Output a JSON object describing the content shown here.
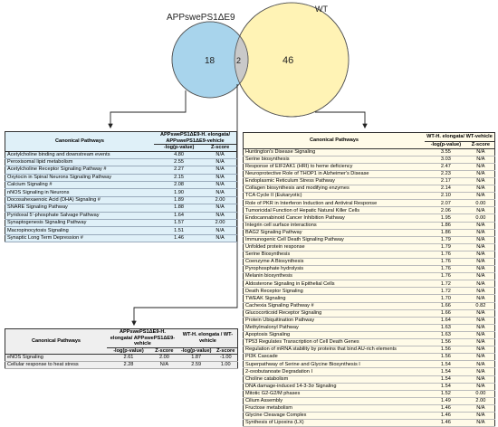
{
  "venn": {
    "left_label": "APPswePS1ΔE9",
    "right_label": "WT",
    "left_only": "18",
    "overlap": "2",
    "right_only": "46",
    "colors": {
      "left_fill": "#a8d4ec",
      "right_fill": "#fff3b5",
      "overlap_fill": "#c9c9c9",
      "stroke": "#555555"
    }
  },
  "table_app": {
    "col_pathways": "Canonical Pathways",
    "col_group": "APPswePS1ΔE9-H. elongata/ APPswePS1ΔE9-vehicle",
    "col_logp": "-log(p-value)",
    "col_z": "Z-score",
    "rows": [
      {
        "name": "Acetylcholine binding and downstream events",
        "p": "4.80",
        "z": "N/A"
      },
      {
        "name": "Peroxisomal lipid metabolism",
        "p": "2.55",
        "z": "N/A"
      },
      {
        "name": "Acetylcholine Receptor Signaling Pathway #",
        "p": "2.27",
        "z": "N/A"
      },
      {
        "name": "Oxytocin in Spinal Neurons Signaling Pathway",
        "p": "2.15",
        "z": "N/A"
      },
      {
        "name": "Calcium Signaling #",
        "p": "2.08",
        "z": "N/A"
      },
      {
        "name": "nNOS Signaling in Neurons",
        "p": "1.90",
        "z": "N/A"
      },
      {
        "name": "Docosahexaenoic Acid (DHA) Signaling #",
        "p": "1.89",
        "z": "2.00"
      },
      {
        "name": "SNARE Signaling Pathway",
        "p": "1.88",
        "z": "N/A"
      },
      {
        "name": "Pyridoxal 5'-phosphate Salvage Pathway",
        "p": "1.64",
        "z": "N/A"
      },
      {
        "name": "Synaptogenesis Signaling Pathway",
        "p": "1.57",
        "z": "2.00"
      },
      {
        "name": "Macropinocytosis Signaling",
        "p": "1.51",
        "z": "N/A"
      },
      {
        "name": "Synaptic Long Term Depression #",
        "p": "1.46",
        "z": "N/A"
      }
    ]
  },
  "table_shared": {
    "col_pathways": "Canonical Pathways",
    "col_group_a": "APPswePS1ΔE9-H. elongata/ APPswePS1ΔE9-vehicle",
    "col_group_b": "WT-H. elongata / WT-vehicle",
    "col_logp": "-log(p-value)",
    "col_z": "Z-score",
    "rows": [
      {
        "name": "eNOS Signaling",
        "p1": "2.61",
        "z1": "2.00",
        "p2": "1.87",
        "z2": "-1.00"
      },
      {
        "name": "Cellular response to heat stress",
        "p1": "2.28",
        "z1": "N/A",
        "p2": "2.59",
        "z2": "1.00"
      }
    ]
  },
  "table_wt": {
    "col_pathways": "Canonical Pathways",
    "col_group": "WT-H. elongata/ WT-vehicle",
    "col_logp": "-log(p-value)",
    "col_z": "Z-score",
    "rows": [
      {
        "name": "Huntington's Disease Signaling",
        "p": "3.55",
        "z": "N/A"
      },
      {
        "name": "Serine biosynthesis",
        "p": "3.03",
        "z": "N/A"
      },
      {
        "name": "Response of EIF2AK1 (HRI) to heme deficiency",
        "p": "2.47",
        "z": "N/A"
      },
      {
        "name": "Neuroprotective Role of THOP1 in Alzheimer's Disease",
        "p": "2.23",
        "z": "N/A"
      },
      {
        "name": "Endoplasmic Reticulum Stress Pathway",
        "p": "2.17",
        "z": "N/A"
      },
      {
        "name": "Collagen biosynthesis and modifying enzymes",
        "p": "2.14",
        "z": "N/A"
      },
      {
        "name": "TCA Cycle II (Eukaryotic)",
        "p": "2.10",
        "z": "N/A"
      },
      {
        "name": "Role of PKR in Interferon Induction and Antiviral Response",
        "p": "2.07",
        "z": "0.00"
      },
      {
        "name": "Tumoricidal Function of Hepatic Natural Killer Cells",
        "p": "2.06",
        "z": "N/A"
      },
      {
        "name": "Endocannabinoid Cancer Inhibition Pathway",
        "p": "1.95",
        "z": "0.00"
      },
      {
        "name": "Integrin cell surface interactions",
        "p": "1.86",
        "z": "N/A"
      },
      {
        "name": "BAG2 Signaling Pathway",
        "p": "1.86",
        "z": "N/A"
      },
      {
        "name": "Immunogenic Cell Death Signaling Pathway",
        "p": "1.79",
        "z": "N/A"
      },
      {
        "name": "Unfolded protein response",
        "p": "1.79",
        "z": "N/A"
      },
      {
        "name": "Serine Biosynthesis",
        "p": "1.76",
        "z": "N/A"
      },
      {
        "name": "Coenzyme A Biosynthesis",
        "p": "1.76",
        "z": "N/A"
      },
      {
        "name": "Pyrophosphate hydrolysis",
        "p": "1.76",
        "z": "N/A"
      },
      {
        "name": "Melanin biosynthesis",
        "p": "1.76",
        "z": "N/A"
      },
      {
        "name": "Aldosterone Signaling in Epithelial Cells",
        "p": "1.72",
        "z": "N/A"
      },
      {
        "name": "Death Receptor Signaling",
        "p": "1.72",
        "z": "N/A"
      },
      {
        "name": "TWEAK Signaling",
        "p": "1.70",
        "z": "N/A"
      },
      {
        "name": "Cachexia Signaling Pathway #",
        "p": "1.66",
        "z": "0.82"
      },
      {
        "name": "Glucocorticoid Receptor Signaling",
        "p": "1.66",
        "z": "N/A"
      },
      {
        "name": "Protein Ubiquitination Pathway",
        "p": "1.64",
        "z": "N/A"
      },
      {
        "name": "Methylmalonyl Pathway",
        "p": "1.63",
        "z": "N/A"
      },
      {
        "name": "Apoptosis Signaling",
        "p": "1.63",
        "z": "N/A"
      },
      {
        "name": "TP53 Regulates Transcription of Cell Death Genes",
        "p": "1.56",
        "z": "N/A"
      },
      {
        "name": "Regulation of mRNA stability by proteins that bind AU-rich elements",
        "p": "1.56",
        "z": "N/A"
      },
      {
        "name": "PI3K Cascade",
        "p": "1.56",
        "z": "N/A"
      },
      {
        "name": "Superpathway of Serine and Glycine Biosynthesis I",
        "p": "1.54",
        "z": "N/A"
      },
      {
        "name": "2-oxobutanoate Degradation I",
        "p": "1.54",
        "z": "N/A"
      },
      {
        "name": "Choline catabolism",
        "p": "1.54",
        "z": "N/A"
      },
      {
        "name": "DNA damage-induced 14-3-3σ Signaling",
        "p": "1.54",
        "z": "N/A"
      },
      {
        "name": "Mitotic G2-G2/M phases",
        "p": "1.52",
        "z": "0.00"
      },
      {
        "name": "Cilium Assembly",
        "p": "1.49",
        "z": "2.00"
      },
      {
        "name": "Fructose metabolism",
        "p": "1.46",
        "z": "N/A"
      },
      {
        "name": "Glycine Cleavage Complex",
        "p": "1.46",
        "z": "N/A"
      },
      {
        "name": "Synthesis of Lipoxins (LX)",
        "p": "1.46",
        "z": "N/A"
      }
    ]
  }
}
